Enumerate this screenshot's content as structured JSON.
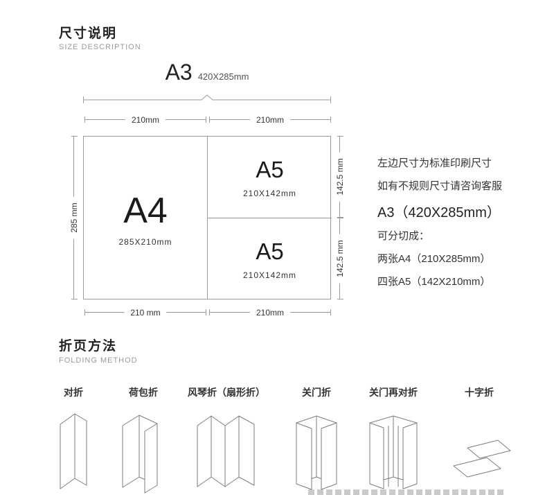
{
  "size_section": {
    "title": "尺寸说明",
    "subtitle": "SIZE DESCRIPTION",
    "a3_label": "A3",
    "a3_dims": "420X285mm",
    "dims": {
      "top_left": "210mm",
      "top_right": "210mm",
      "bottom_left": "210 mm",
      "bottom_right": "210mm",
      "left": "285 mm",
      "right_top": "142.5 mm",
      "right_bottom": "142.5 mm"
    },
    "cells": {
      "a4": {
        "label": "A4",
        "dims": "285X210mm"
      },
      "a5_top": {
        "label": "A5",
        "dims": "210X142mm"
      },
      "a5_bottom": {
        "label": "A5",
        "dims": "210X142mm"
      }
    },
    "notes": [
      "左边尺寸为标准印刷尺寸",
      "如有不规则尺寸请咨询客服",
      "A3（420X285mm）",
      "可分切成：",
      "两张A4（210X285mm）",
      "四张A5（142X210mm）"
    ]
  },
  "folding_section": {
    "title": "折页方法",
    "subtitle": "FOLDING METHOD",
    "items": [
      {
        "label": "对折",
        "icon": "half-fold-icon"
      },
      {
        "label": "荷包折",
        "icon": "wallet-fold-icon"
      },
      {
        "label": "风琴折（扇形折）",
        "icon": "accordion-fold-icon"
      },
      {
        "label": "关门折",
        "icon": "gate-fold-icon"
      },
      {
        "label": "关门再对折",
        "icon": "gate-then-half-fold-icon"
      },
      {
        "label": "十字折",
        "icon": "cross-fold-icon"
      }
    ]
  },
  "colors": {
    "background": "#ffffff",
    "line": "#9a9a9a",
    "text_dark": "#222222",
    "text_gray": "#999999"
  }
}
